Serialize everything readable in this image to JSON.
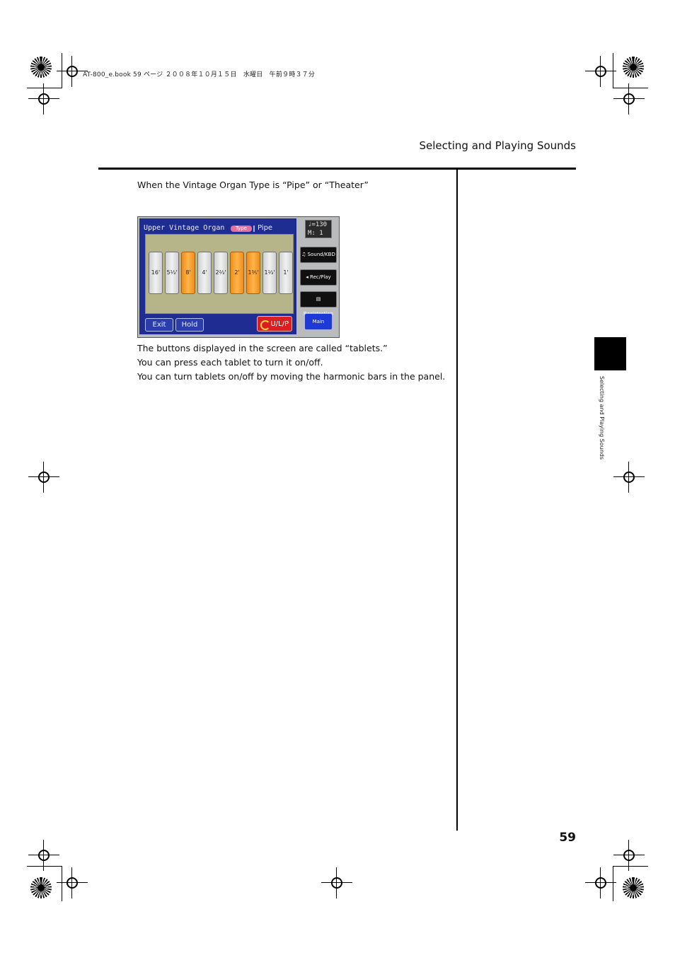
{
  "print_header": "AT-800_e.book  59 ページ  ２００８年１０月１５日　水曜日　午前９時３７分",
  "section_title": "Selecting and Playing Sounds",
  "intro": "When the Vintage Organ Type is “Pipe” or “Theater”",
  "screen": {
    "title": "Upper Vintage Organ",
    "type_label": "Type",
    "type_value": "Pipe",
    "tablets": [
      {
        "label": "16'",
        "on": false
      },
      {
        "label": "5⅓'",
        "on": false
      },
      {
        "label": "8'",
        "on": true
      },
      {
        "label": "4'",
        "on": false
      },
      {
        "label": "2⅔'",
        "on": false
      },
      {
        "label": "2'",
        "on": true
      },
      {
        "label": "1⅗'",
        "on": true
      },
      {
        "label": "1⅓'",
        "on": false
      },
      {
        "label": "1'",
        "on": false
      }
    ],
    "exit_label": "Exit",
    "hold_label": "Hold",
    "ulp_label": "U/L/P",
    "tempo": "♩=130",
    "measure": "M:   1",
    "side_buttons": [
      "Sound/KBD",
      "Rec/Play",
      "Registration"
    ],
    "main_label": "Main"
  },
  "description": [
    "The buttons displayed in the screen are called “tablets.”",
    "You can press each tablet to turn it on/off.",
    "You can turn tablets on/off by moving the harmonic bars in the panel."
  ],
  "side_label": "Selecting and Playing Sounds",
  "page_number": "59"
}
